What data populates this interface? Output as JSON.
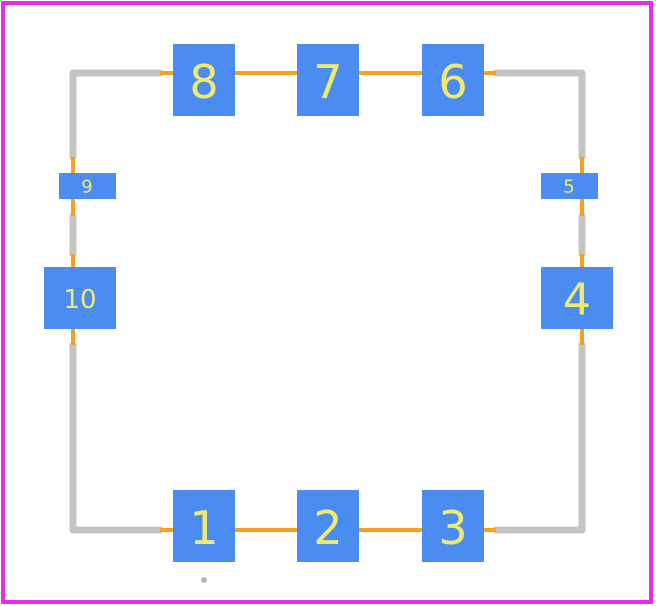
{
  "colors": {
    "background": "#ffffff",
    "board_outline": "#e62ee6",
    "silkscreen": "#c4c4c4",
    "trace": "#f5a01e",
    "pad": "#4a8cf0",
    "pad_label": "#f0ea70",
    "origin_marker": "#b8b8b8"
  },
  "pads": [
    {
      "number": "1"
    },
    {
      "number": "2"
    },
    {
      "number": "3"
    },
    {
      "number": "4"
    },
    {
      "number": "5"
    },
    {
      "number": "6"
    },
    {
      "number": "7"
    },
    {
      "number": "8"
    },
    {
      "number": "9"
    },
    {
      "number": "10"
    }
  ]
}
